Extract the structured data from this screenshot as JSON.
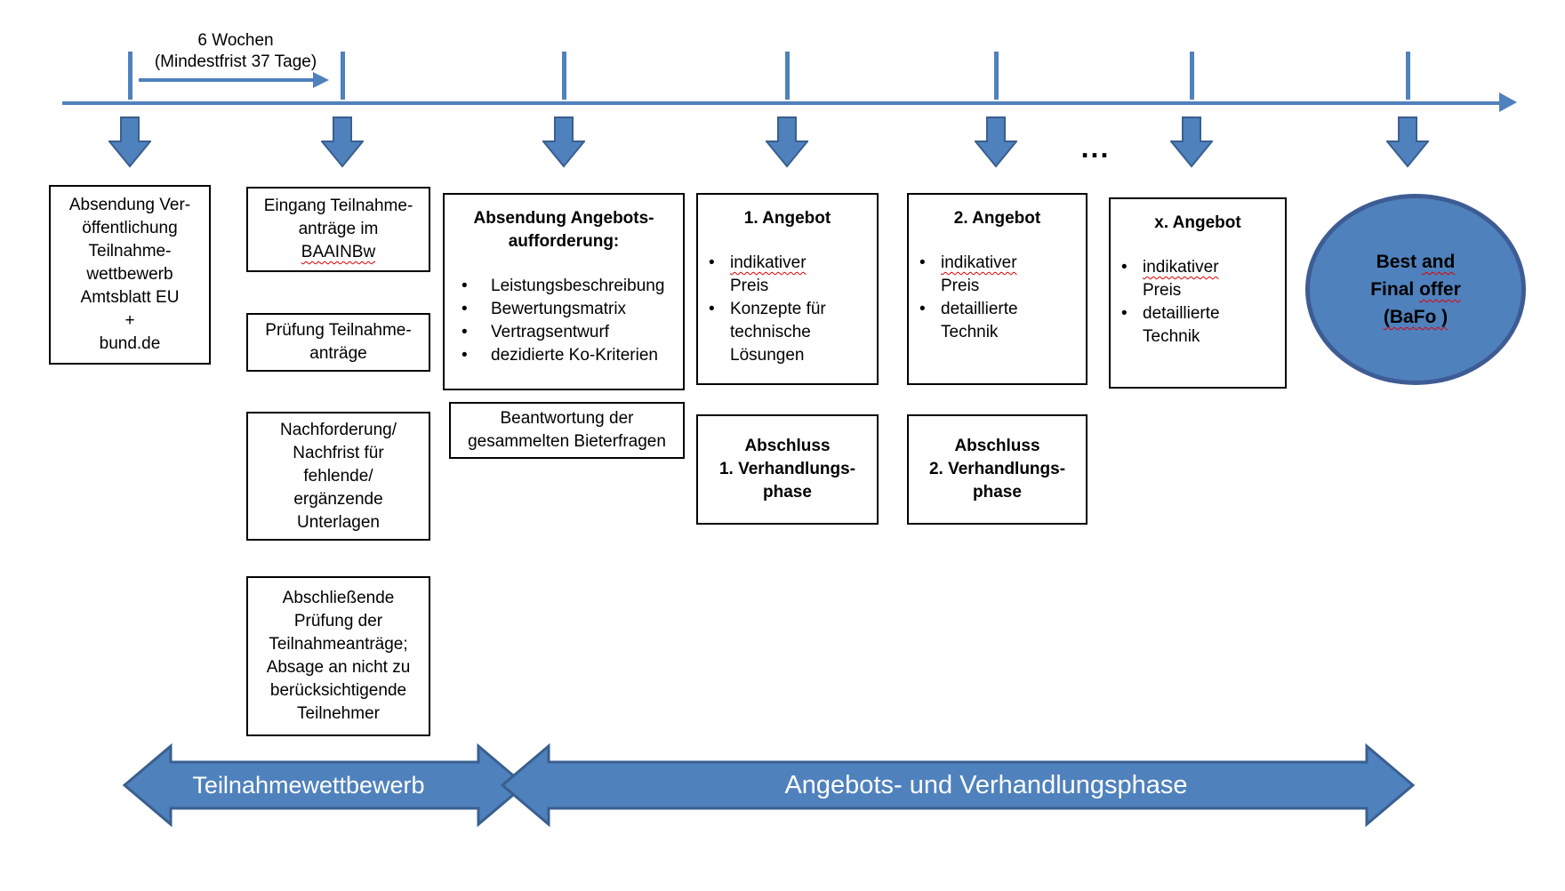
{
  "colors": {
    "accent": "#4f81bd",
    "accent_dark": "#3a5f8f",
    "box_border": "#000000",
    "squiggle": "#e00000"
  },
  "timeline": {
    "duration_line1": "6 Wochen",
    "duration_line2": "(Mindestfrist 37 Tage)",
    "ellipsis": "..."
  },
  "boxes": {
    "veroeffentlichung": {
      "text": "Absendung Ver-\nöffentlichung\nTeilnahme-\nwettbewerb\nAmtsblatt EU\n+\nbund.de"
    },
    "eingang": {
      "text": "Eingang Teilnahme-\nanträge im",
      "misspelled": "BAAINBw"
    },
    "pruefung": {
      "text": "Prüfung Teilnahme-\nanträge"
    },
    "nachforderung": {
      "text": "Nachforderung/\nNachfrist für\nfehlende/\nergänzende\nUnterlagen"
    },
    "abschliessende": {
      "text": "Abschließende\nPrüfung der\nTeilnahmeanträge;\nAbsage an nicht zu\nberücksichtigende\nTeilnehmer"
    },
    "aufforderung": {
      "title": "Absendung Angebots-\naufforderung:",
      "items": [
        "Leistungsbeschreibung",
        "Bewertungsmatrix",
        "Vertragsentwurf",
        "dezidierte Ko-Kriterien"
      ]
    },
    "bieterfragen": {
      "text": "Beantwortung der\ngesammelten Bieterfragen"
    },
    "angebot1": {
      "title": "1. Angebot",
      "b1_sq": "indikativer",
      "b1_rest": "\nPreis",
      "b2": "Konzepte für\ntechnische\nLösungen"
    },
    "abschluss1": {
      "text": "Abschluss\n1. Verhandlungs-\nphase"
    },
    "angebot2": {
      "title": "2. Angebot",
      "b1_sq": "indikativer",
      "b1_rest": "\nPreis",
      "b2": "detaillierte\nTechnik"
    },
    "abschluss2": {
      "text": "Abschluss\n2. Verhandlungs-\nphase"
    },
    "angebotx": {
      "title": "x. Angebot",
      "b1_sq": "indikativer",
      "b1_rest": "\nPreis",
      "b2": "detaillierte\nTechnik"
    }
  },
  "bafo": {
    "l1a": "Best ",
    "l1b": "and",
    "l2a": "Final ",
    "l2b": "offer",
    "l3": "(BaFo )"
  },
  "phases": [
    {
      "label": "Teilnahmewettbewerb"
    },
    {
      "label": "Angebots- und Verhandlungsphase"
    }
  ]
}
